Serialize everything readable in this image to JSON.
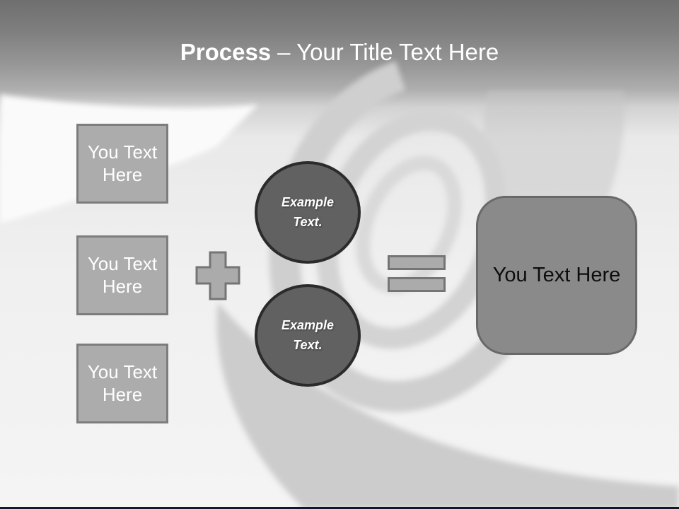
{
  "slide": {
    "title": {
      "emphasis": "Process",
      "rest": "– Your Title Text Here"
    },
    "input_boxes": [
      {
        "label": "You Text Here"
      },
      {
        "label": "You Text Here"
      },
      {
        "label": "You Text Here"
      }
    ],
    "operators": {
      "plus_icon": "plus-sign",
      "equals_icon": "equals-sign"
    },
    "example_circles": [
      {
        "label": "Example Text."
      },
      {
        "label": "Example Text."
      }
    ],
    "result_box": {
      "label": "You Text Here"
    },
    "colors": {
      "header_top": "#6f6f6f",
      "header_bottom": "#aeaeae",
      "body_light": "#f2f2f2",
      "swirl_band": "#cdcdcd",
      "box_fill": "#acacac",
      "box_border": "#7d7d7d",
      "operator_fill": "#ababab",
      "operator_border": "#757575",
      "circle_fill": "#616161",
      "circle_border": "#2b2b2b",
      "result_fill": "#8a8a8a",
      "result_border": "#696969",
      "title_text": "#ffffff",
      "box_text": "#ffffff",
      "result_text": "#0d0d0d",
      "bottom_line": "#16162a"
    }
  }
}
